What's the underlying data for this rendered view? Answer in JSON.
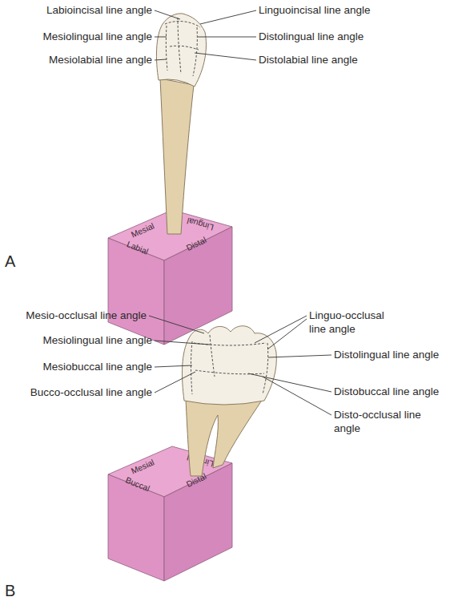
{
  "diagram": {
    "nodes": [
      {
        "text": [
          "Mesial",
          "Labial",
          "Distal",
          "Lingual"
        ]
      },
      {
        "text": [
          "Mesial",
          "Buccal",
          "Distal",
          "Lingual"
        ]
      }
    ],
    "labels": [
      "Labioincisal line angle",
      "Linguoincisal line angle",
      "Mesiolingual line angle",
      "Distolingual line angle",
      "Mesiolabial line angle",
      "Distolabial line angle",
      "A",
      "Mesio-occlusal line angle",
      "Linguo-occlusal line angle",
      "Mesiolingual line angle",
      "Distolingual line angle",
      "Mesiobuccal line angle",
      "Distobuccal line angle",
      "Bucco-occlusal line angle",
      "Disto-occlusal line angle",
      "B"
    ]
  }
}
